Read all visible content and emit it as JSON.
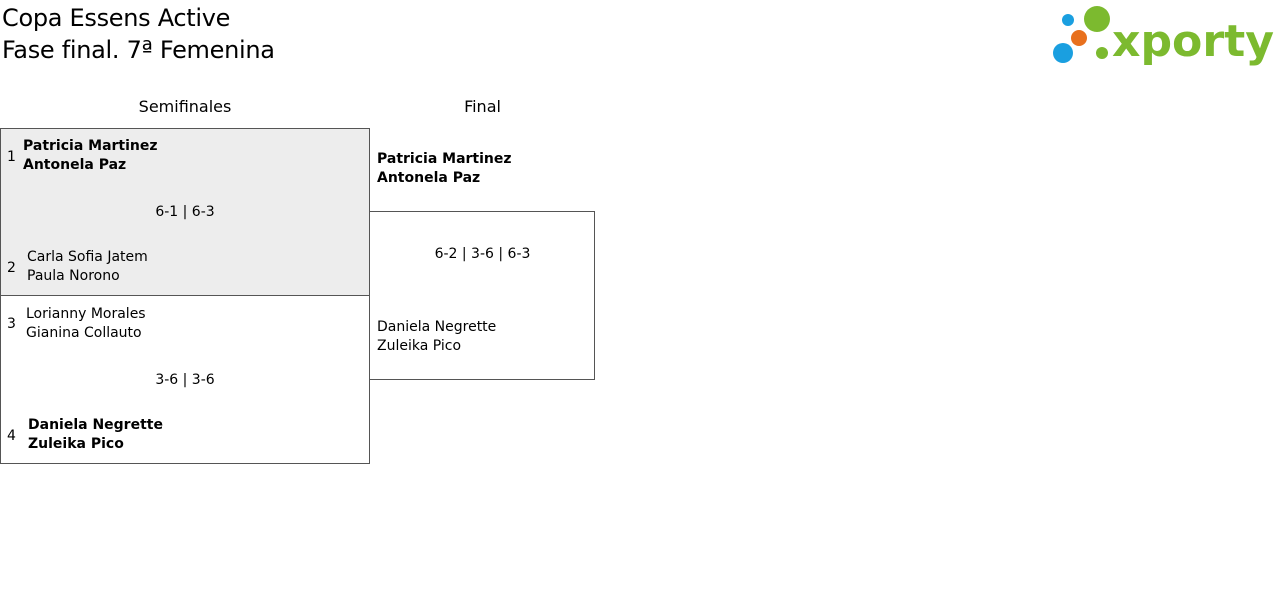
{
  "header": {
    "title_line1": "Copa Essens Active",
    "title_line2": "Fase final. 7ª Femenina"
  },
  "logo": {
    "text": "xporty",
    "colors": {
      "green": "#7cba2f",
      "blue": "#1a9fe0",
      "orange": "#e8701d"
    }
  },
  "rounds": [
    "Semifinales",
    "Final"
  ],
  "semifinals": [
    {
      "top": {
        "seed": "1",
        "players": [
          "Patricia Martinez",
          "Antonela Paz"
        ],
        "winner": true
      },
      "bottom": {
        "seed": "2",
        "players": [
          "Carla Sofia Jatem",
          "Paula Norono"
        ],
        "winner": false
      },
      "score": "6-1 | 6-3"
    },
    {
      "top": {
        "seed": "3",
        "players": [
          "Lorianny Morales",
          "Gianina Collauto"
        ],
        "winner": false
      },
      "bottom": {
        "seed": "4",
        "players": [
          "Daniela Negrette",
          "Zuleika Pico"
        ],
        "winner": true
      },
      "score": "3-6 | 3-6"
    }
  ],
  "final": {
    "top": {
      "players": [
        "Patricia Martinez",
        "Antonela Paz"
      ],
      "winner": true
    },
    "bottom": {
      "players": [
        "Daniela Negrette",
        "Zuleika Pico"
      ],
      "winner": false
    },
    "score": "6-2 | 3-6 | 6-3"
  }
}
